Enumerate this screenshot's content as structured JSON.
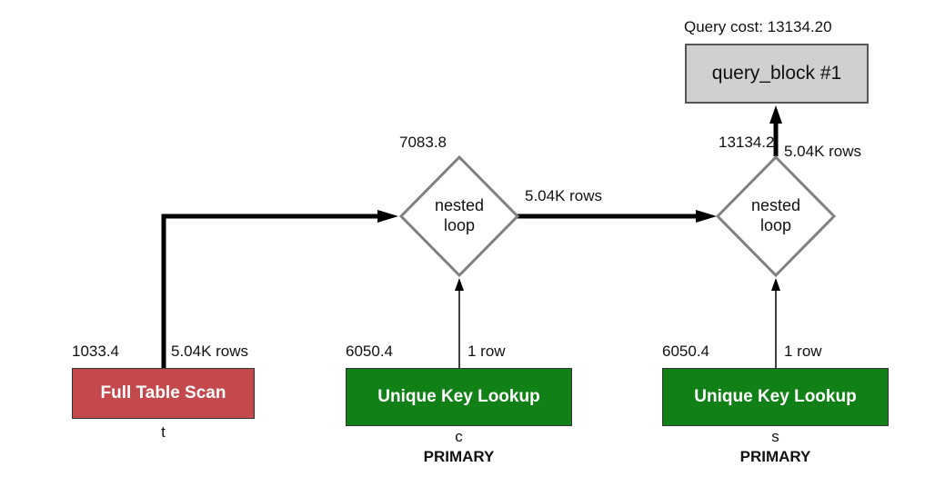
{
  "query_cost_label": "Query cost: 13134.20",
  "query_block": {
    "label": "query_block #1"
  },
  "nested_loops": [
    {
      "cost": "7083.8",
      "label_line1": "nested",
      "label_line2": "loop",
      "output_rows": "5.04K rows"
    },
    {
      "cost": "13134.2",
      "label_line1": "nested",
      "label_line2": "loop",
      "output_rows": "5.04K rows"
    }
  ],
  "operations": [
    {
      "type": "Full Table Scan",
      "cost": "1033.4",
      "rows": "5.04K rows",
      "table": "t",
      "key": "",
      "color": "#c4494d"
    },
    {
      "type": "Unique Key Lookup",
      "cost": "6050.4",
      "rows": "1 row",
      "table": "c",
      "key": "PRIMARY",
      "color": "#118017"
    },
    {
      "type": "Unique Key Lookup",
      "cost": "6050.4",
      "rows": "1 row",
      "table": "s",
      "key": "PRIMARY",
      "color": "#118017"
    }
  ],
  "colors": {
    "edge": "#000000",
    "diamond_border": "#808080",
    "query_block_fill": "#d0d0d0"
  }
}
